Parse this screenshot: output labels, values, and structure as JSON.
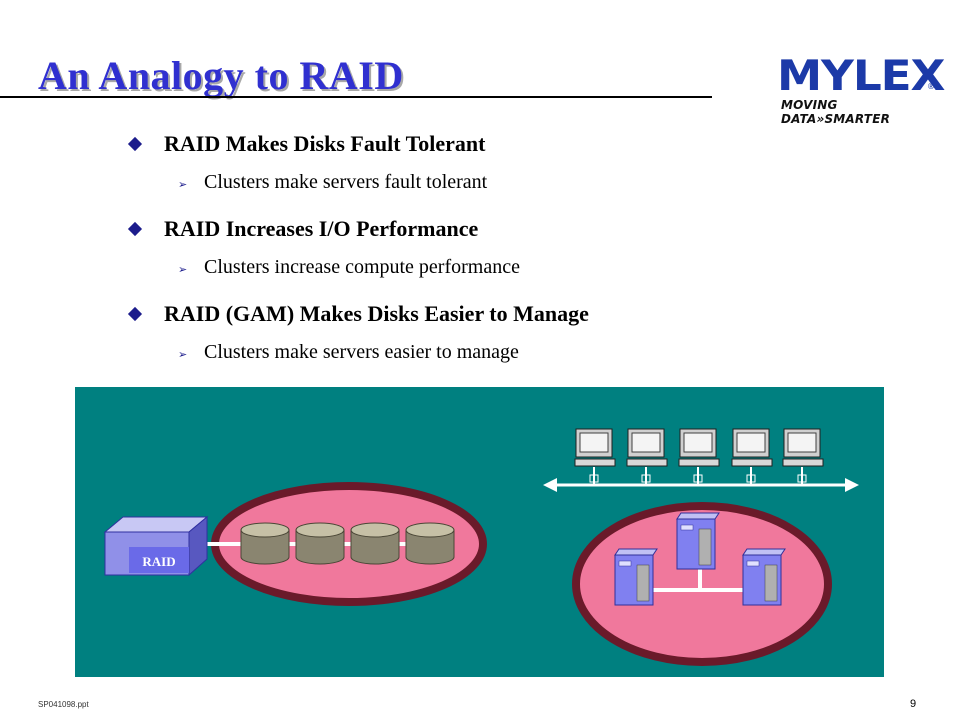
{
  "slide": {
    "title": "An Analogy to RAID",
    "footer_file": "SP041098.ppt",
    "page_number": "9"
  },
  "logo": {
    "wordmark": "MYLEX",
    "registered": "®",
    "tagline": "MOVING DATA»SMARTER"
  },
  "bullets": [
    {
      "text": "RAID Makes Disks Fault Tolerant",
      "sub": "Clusters make servers fault tolerant"
    },
    {
      "text": "RAID Increases I/O Performance",
      "sub": "Clusters increase compute performance"
    },
    {
      "text": "RAID (GAM) Makes Disks Easier to Manage",
      "sub": "Clusters make servers easier to manage"
    }
  ],
  "diagram": {
    "raid_label": "RAID",
    "colors": {
      "background": "#008080",
      "oval_fill": "#f0789c",
      "oval_border": "#6a1a2a",
      "server": "#8080f0",
      "controller": "#7070e8"
    },
    "disk_count": 4,
    "workstation_count": 5,
    "server_count": 3
  }
}
